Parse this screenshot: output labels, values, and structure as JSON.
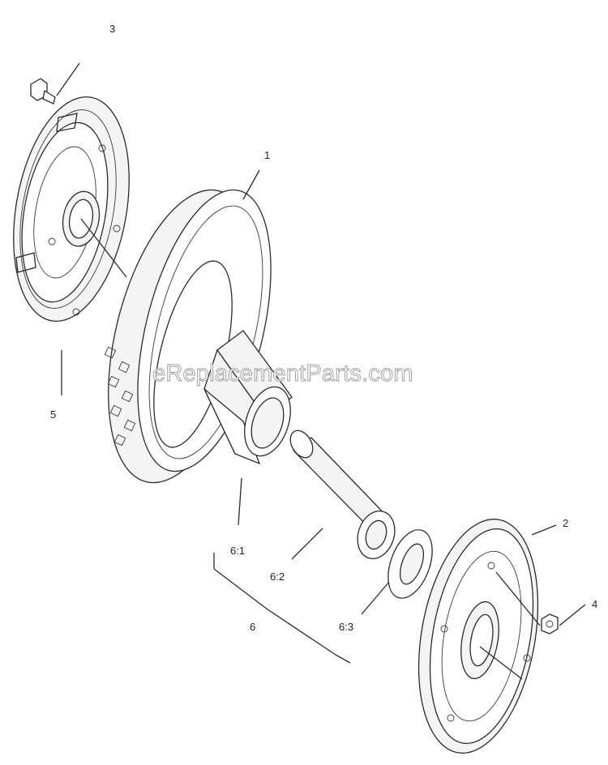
{
  "watermark": "eReplacementParts.com",
  "callouts": {
    "item_1": "1",
    "item_2": "2",
    "item_3": "3",
    "item_4": "4",
    "item_5": "5",
    "item_6": "6",
    "item_6_1": "6:1",
    "item_6_2": "6:2",
    "item_6_3": "6:3"
  }
}
